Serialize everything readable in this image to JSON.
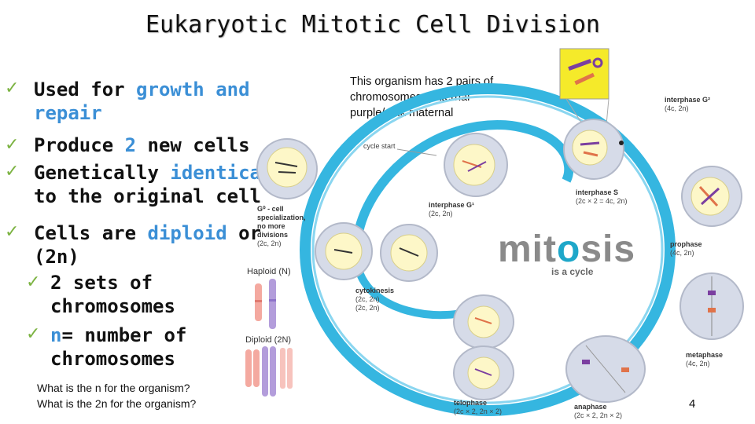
{
  "title": "Eukaryotic Mitotic Cell Division",
  "bullets": {
    "b1_a": "Used for ",
    "b1_hl": "growth and",
    "b1_line2": "repair",
    "b2_a": "Produce ",
    "b2_hl": "2",
    "b2_b": " new cells",
    "b3_a": "Genetically ",
    "b3_hl": "identical",
    "b3_line2": "to the original cell",
    "b4_a": "Cells are ",
    "b4_hl": "diploid",
    "b4_b": " or",
    "b4_line2": "(2n)",
    "sub1_line1": "2 sets of",
    "sub1_line2": "chromosomes",
    "sub2_hl": "n",
    "sub2_a": "= number of",
    "sub2_line2": "chromosomes"
  },
  "questions": {
    "q1": "What is the n for the organism?",
    "q2": "What is the 2n for the organism?"
  },
  "note": {
    "line1": "This organism has 2 pairs of",
    "line2": "chromosomes- paternal",
    "line3": "purple/pink maternal"
  },
  "karyotype": {
    "haploid": "Haploid (N)",
    "diploid": "Diploid (2N)"
  },
  "diagram": {
    "center_word_a": "mit",
    "center_word_o": "o",
    "center_word_b": "sis",
    "center_sub": "is a cycle",
    "cycle_start": "cycle start",
    "g2_name": "interphase G²",
    "g2_val": "(4c, 2n)",
    "g1_name": "interphase G¹",
    "g1_val": "(2c, 2n)",
    "s_name": "interphase S",
    "s_val": "(2c × 2 = 4c, 2n)",
    "g0_l1": "G⁰ - cell",
    "g0_l2": "specialization,",
    "g0_l3": "no more",
    "g0_l4": "divisions",
    "g0_val": "(2c, 2n)",
    "cyto_name": "cytokinesis",
    "cyto_v1": "(2c, 2n)",
    "cyto_v2": "(2c, 2n)",
    "prophase": "prophase",
    "prophase_val": "(4c, 2n)",
    "metaphase": "metaphase",
    "metaphase_val": "(4c, 2n)",
    "anaphase": "anaphase",
    "anaphase_val": "(2c × 2, 2n × 2)",
    "telophase": "telophase",
    "telophase_val": "(2c × 2, 2n × 2)"
  },
  "page_number": "4",
  "colors": {
    "check": "#7cb342",
    "highlight": "#3b8fd6",
    "cycle_ring": "#35b6e0",
    "cell_fill": "#d6dbe8",
    "nucleus_fill": "#fdf7c8"
  }
}
